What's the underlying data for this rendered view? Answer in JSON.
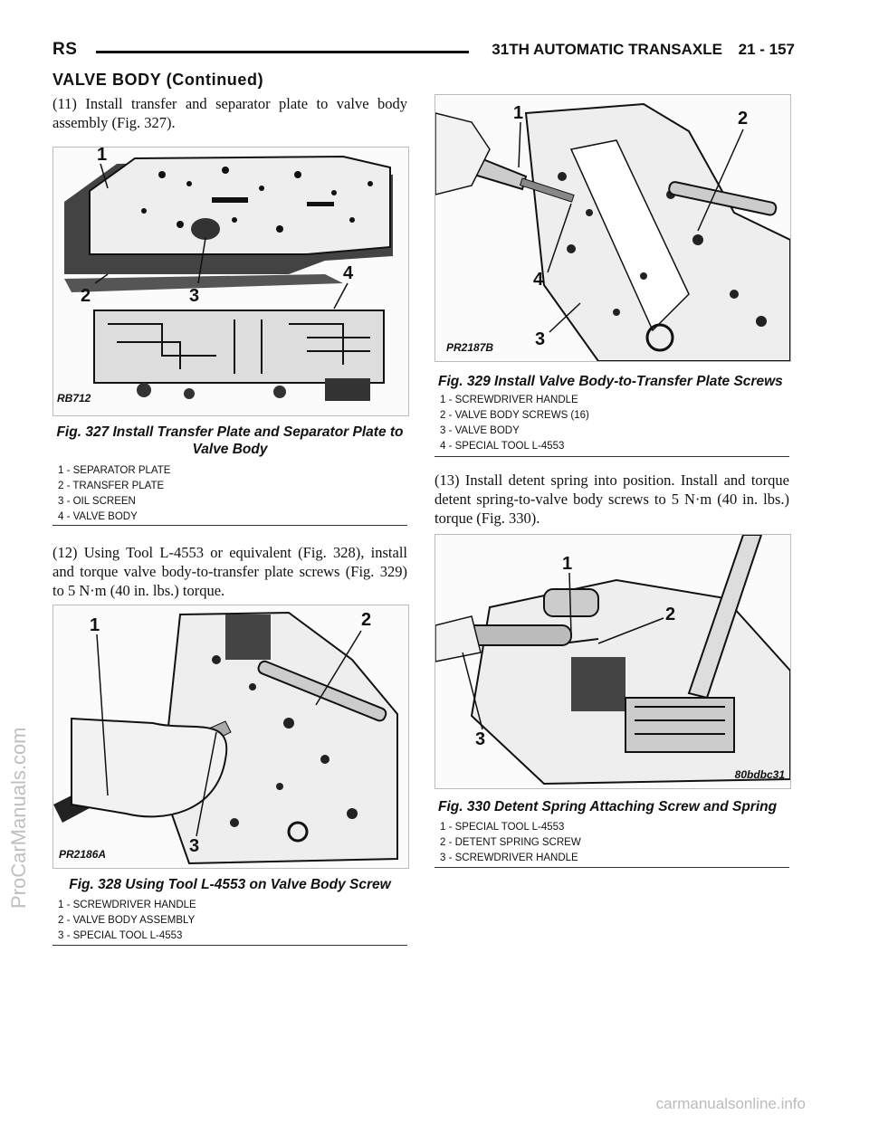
{
  "header": {
    "left": "RS",
    "title": "31TH AUTOMATIC TRANSAXLE",
    "page": "21 - 157"
  },
  "section_title": "VALVE BODY (Continued)",
  "paragraphs": {
    "p11": "(11) Install transfer and separator plate to valve body assembly (Fig. 327).",
    "p12": "(12) Using Tool L-4553 or equivalent (Fig. 328), install and torque valve body-to-transfer plate screws (Fig. 329) to 5 N·m (40 in. lbs.) torque.",
    "p13": "(13) Install detent spring into position. Install and torque detent spring-to-valve body screws to 5 N·m (40 in. lbs.) torque (Fig. 330)."
  },
  "figures": {
    "fig327": {
      "code": "RB712",
      "caption": "Fig. 327 Install Transfer Plate and Separator Plate to Valve Body",
      "legend": [
        "1 - SEPARATOR PLATE",
        "2 - TRANSFER PLATE",
        "3 - OIL SCREEN",
        "4 - VALVE BODY"
      ],
      "callouts": [
        "1",
        "2",
        "3",
        "4"
      ]
    },
    "fig328": {
      "code": "PR2186A",
      "caption": "Fig. 328 Using Tool L-4553 on Valve Body Screw",
      "legend": [
        "1 - SCREWDRIVER HANDLE",
        "2 - VALVE BODY ASSEMBLY",
        "3 - SPECIAL TOOL L-4553"
      ],
      "callouts": [
        "1",
        "2",
        "3"
      ]
    },
    "fig329": {
      "code": "PR2187B",
      "caption": "Fig. 329 Install Valve Body-to-Transfer Plate Screws",
      "legend": [
        "1 - SCREWDRIVER HANDLE",
        "2 - VALVE BODY SCREWS (16)",
        "3 - VALVE BODY",
        "4 - SPECIAL TOOL L-4553"
      ],
      "callouts": [
        "1",
        "2",
        "3",
        "4"
      ]
    },
    "fig330": {
      "code": "80bdbc31",
      "caption": "Fig. 330 Detent Spring Attaching Screw and Spring",
      "legend": [
        "1 - SPECIAL TOOL L-4553",
        "2 - DETENT SPRING SCREW",
        "3 - SCREWDRIVER HANDLE"
      ],
      "callouts": [
        "1",
        "2",
        "3"
      ]
    }
  },
  "watermark": "ProCarManuals.com",
  "footer": "carmanualsonline.info"
}
